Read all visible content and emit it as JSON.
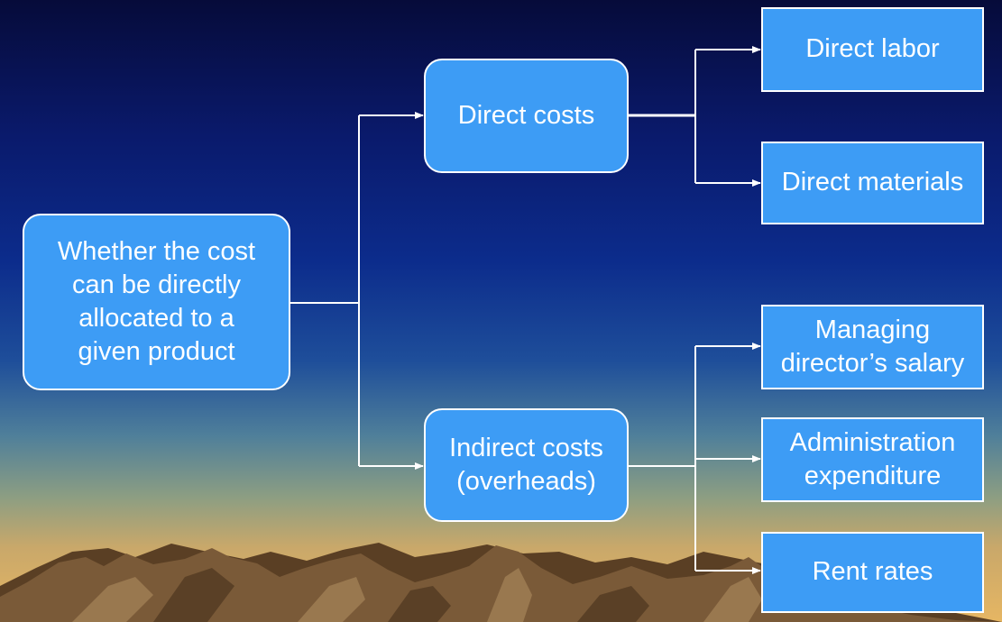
{
  "diagram": {
    "root": {
      "label": "Whether the cost\ncan be directly\nallocated to a\ngiven product"
    },
    "direct": {
      "label": "Direct costs",
      "children": [
        "Direct labor",
        "Direct materials"
      ]
    },
    "indirect": {
      "label": "Indirect costs\n(overheads)",
      "children": [
        "Managing\ndirector’s salary",
        "Administration\nexpenditure",
        "Rent rates"
      ]
    }
  },
  "colors": {
    "box_fill": "#3d9cf5",
    "box_border": "#ffffff",
    "connector": "#ffffff",
    "sky_top": "#060b3a",
    "horizon": "#e6b663",
    "mountain": "#6e5030"
  }
}
